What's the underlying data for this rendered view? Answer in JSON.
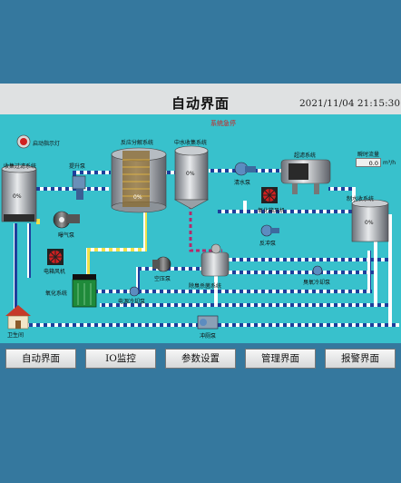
{
  "screen": {
    "title": "自动界面",
    "datetime": "2021/11/04 21:15:30",
    "system_status": "系统急停"
  },
  "labels": {
    "indicator_lamp": "启动指示灯",
    "collect_filter": "收集过滤系统",
    "lift_pump": "提升泵",
    "reactor": "反应分解系统",
    "midwater": "中水收集系统",
    "disinfect": "超滤系统",
    "clean_pump": "清水泵",
    "instant_flow": "瞬时流量",
    "water_collect": "制水收系统",
    "aeration_blower": "曝气泵",
    "ozone_fan": "氧化箱风机",
    "return_pump": "反冲泵",
    "motor_fan": "电箱风机",
    "air_press": "空压泵",
    "deodor": "除臭杀菌系统",
    "oxidize_sys": "氧化系统",
    "ozone_cool": "臭氧冷却泵",
    "power_cool": "电源冷却泵",
    "toilet": "卫生间",
    "flush_pump": "冲厕泵"
  },
  "values": {
    "collect_level": "0%",
    "reactor_level": "0%",
    "midwater_level": "0%",
    "water_collect_level": "0%",
    "instant_flow": "0.0",
    "flow_unit": "m³/h"
  },
  "nav": [
    "自动界面",
    "IO监控",
    "参数设置",
    "管理界面",
    "报警界面"
  ],
  "colors": {
    "background": "#35789e",
    "process_bg": "#38c1cc",
    "pipe_blue": "#1d3f9c",
    "pipe_yellow": "#f1e04a",
    "pipe_magenta": "#b52a6a",
    "alarm_red": "#d02020"
  }
}
